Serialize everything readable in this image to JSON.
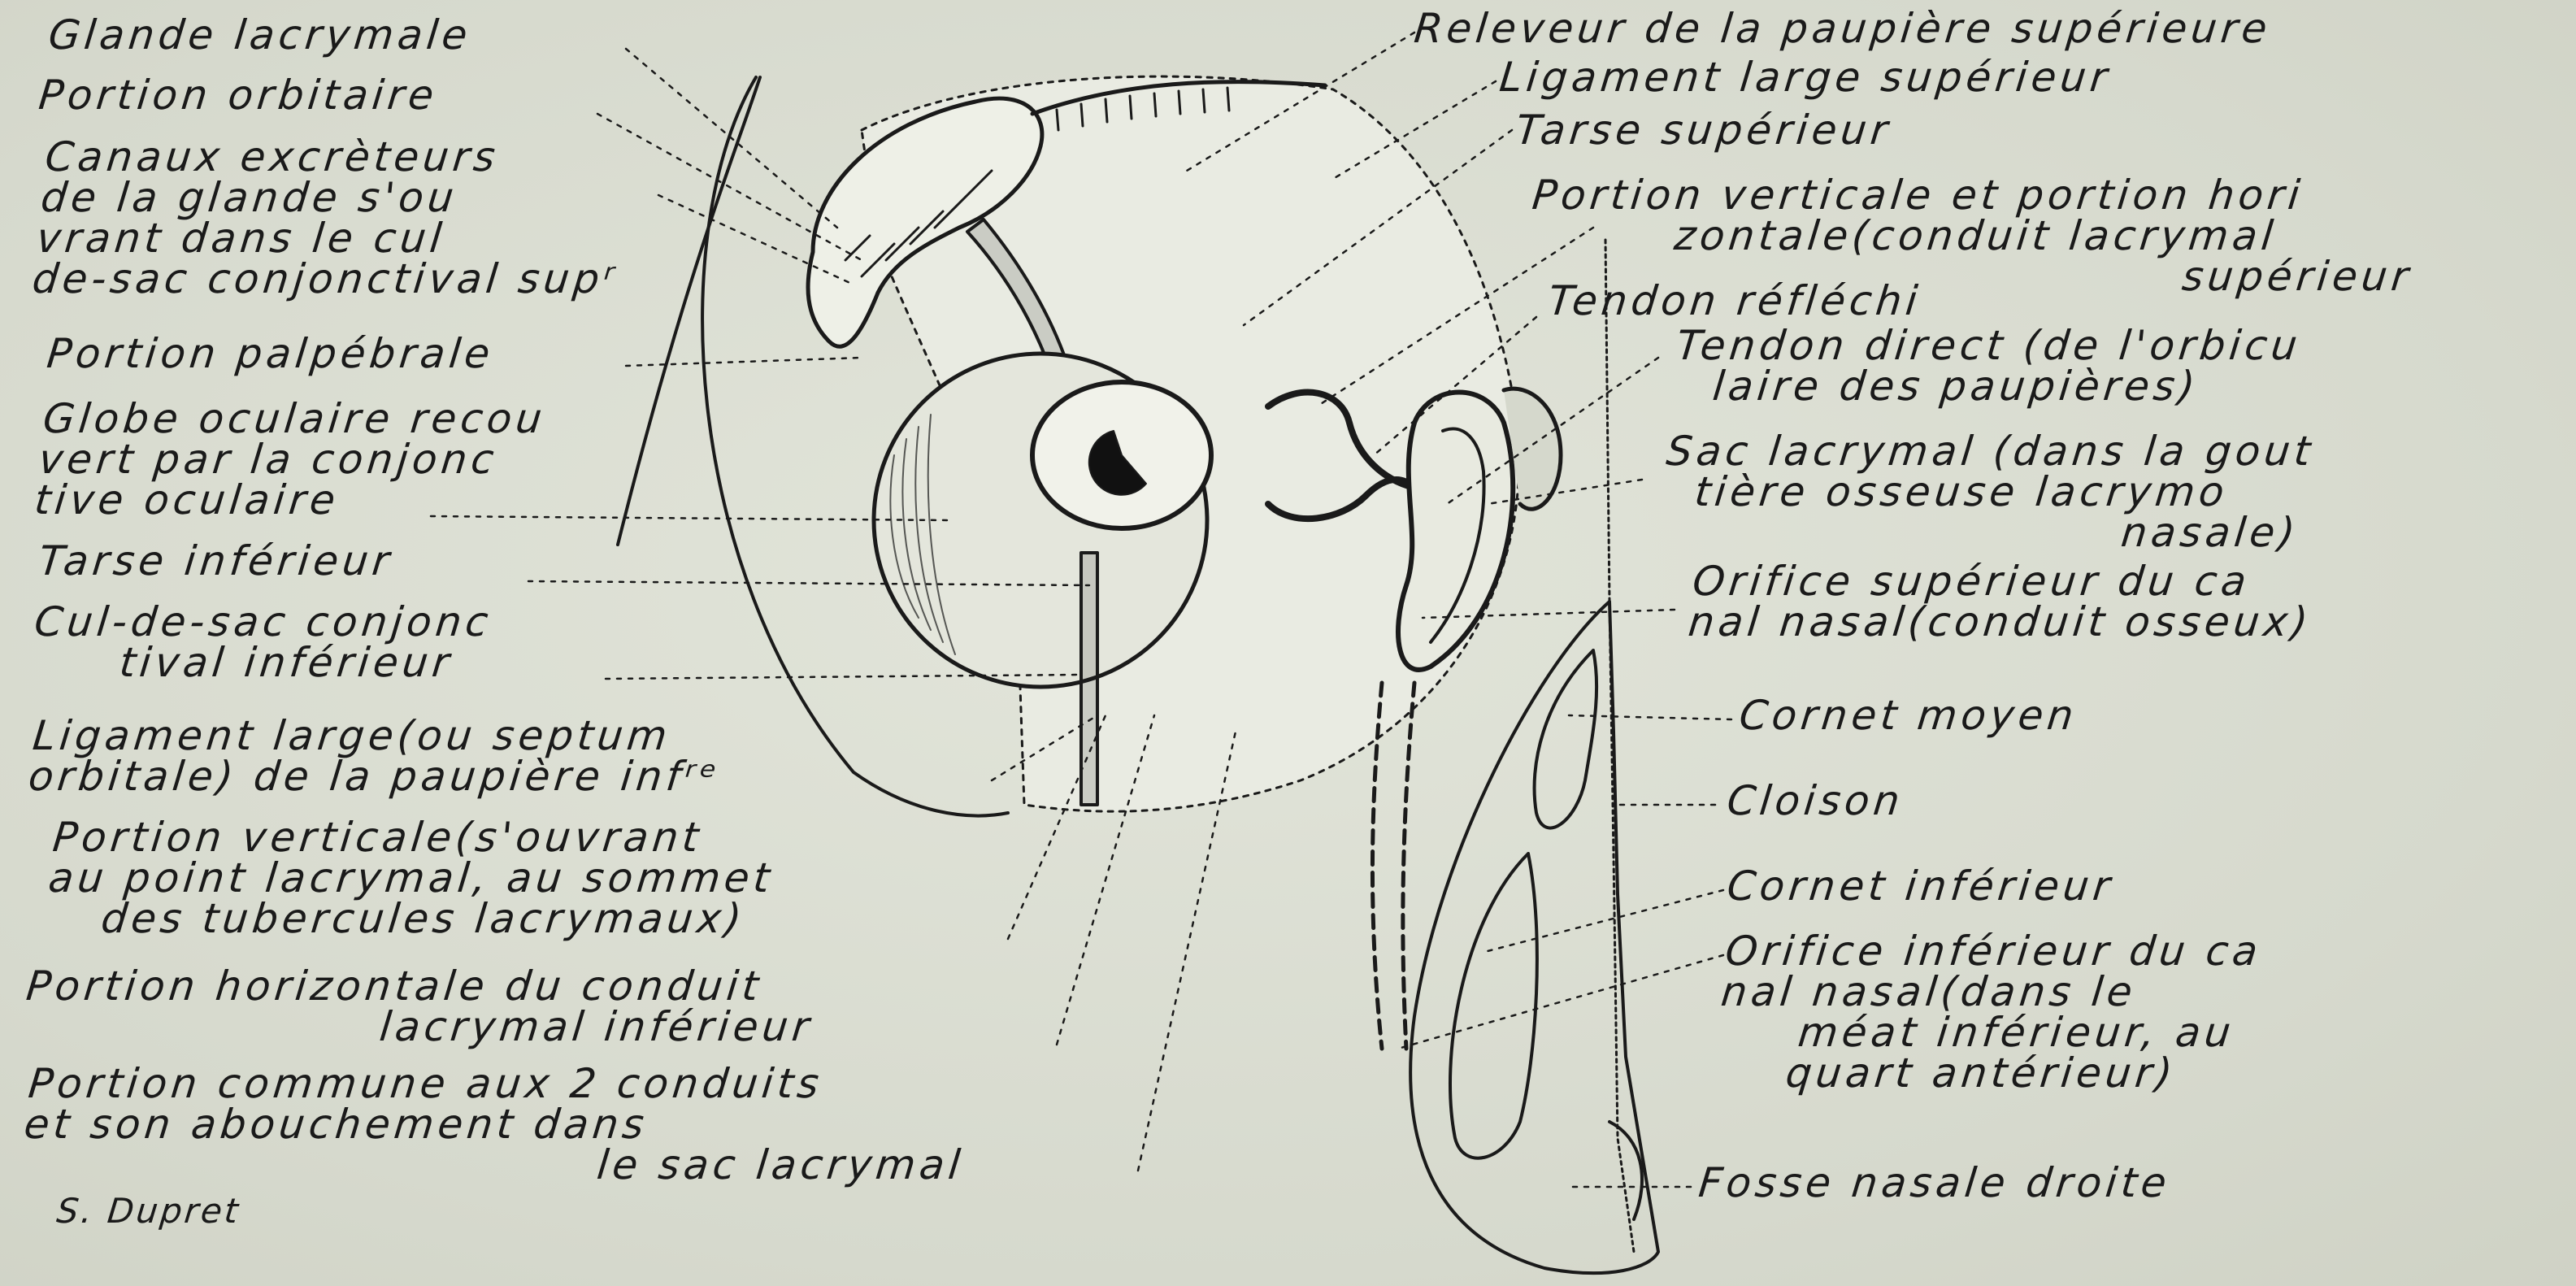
{
  "labels_left": [
    {
      "id": "glande-lacrymale",
      "lines": [
        "Glande lacrymale"
      ]
    },
    {
      "id": "portion-orbitaire",
      "lines": [
        "Portion orbitaire"
      ]
    },
    {
      "id": "canaux-excreteurs",
      "lines": [
        "Canaux excrèteurs",
        "de la glande s'ou",
        "vrant dans le cul",
        "de-sac conjonctival supʳ"
      ]
    },
    {
      "id": "portion-palpebrale",
      "lines": [
        "Portion palpébrale"
      ]
    },
    {
      "id": "globe-oculaire",
      "lines": [
        "Globe oculaire recou",
        "vert par la conjonc",
        "tive oculaire"
      ]
    },
    {
      "id": "tarse-inferieur",
      "lines": [
        "Tarse inférieur"
      ]
    },
    {
      "id": "cul-de-sac",
      "lines": [
        "Cul-de-sac conjonc",
        "tival inférieur"
      ]
    },
    {
      "id": "ligament-large",
      "lines": [
        "Ligament large(ou septum",
        "orbitale) de la paupière infʳᵉ"
      ]
    },
    {
      "id": "portion-verticale-inf",
      "lines": [
        "Portion verticale(s'ouvrant",
        "au point lacrymal, au sommet",
        "des tubercules lacrymaux)"
      ]
    },
    {
      "id": "portion-horizontale-inf",
      "lines": [
        "Portion horizontale du conduit",
        "lacrymal inférieur"
      ]
    },
    {
      "id": "portion-commune",
      "lines": [
        "Portion commune aux 2 conduits",
        "et son abouchement dans",
        "le sac lacrymal"
      ]
    }
  ],
  "labels_right": [
    {
      "id": "releveur",
      "lines": [
        "Releveur de la paupière supérieure"
      ]
    },
    {
      "id": "ligament-large-sup",
      "lines": [
        "Ligament large supérieur"
      ]
    },
    {
      "id": "tarse-superieur",
      "lines": [
        "Tarse supérieur"
      ]
    },
    {
      "id": "portion-verticale-horizontale",
      "lines": [
        "Portion verticale et portion hori",
        "zontale(conduit lacrymal",
        "supérieur"
      ]
    },
    {
      "id": "tendon-reflechi",
      "lines": [
        "Tendon réfléchi"
      ]
    },
    {
      "id": "tendon-direct",
      "lines": [
        "Tendon direct (de l'orbicu",
        "laire des paupières)"
      ]
    },
    {
      "id": "sac-lacrymal",
      "lines": [
        "Sac lacrymal (dans la gout",
        "tière osseuse lacrymo",
        "nasale)"
      ]
    },
    {
      "id": "orifice-superieur",
      "lines": [
        "Orifice supérieur du ca",
        "nal nasal(conduit osseux)"
      ]
    },
    {
      "id": "cornet-moyen",
      "lines": [
        "Cornet moyen"
      ]
    },
    {
      "id": "cloison",
      "lines": [
        "Cloison"
      ]
    },
    {
      "id": "cornet-inferieur",
      "lines": [
        "Cornet inférieur"
      ]
    },
    {
      "id": "orifice-inferieur",
      "lines": [
        "Orifice inférieur du ca",
        "nal nasal(dans le",
        "méat inférieur, au",
        "quart antérieur)"
      ]
    },
    {
      "id": "fosse-nasale",
      "lines": [
        "Fosse nasale droite"
      ]
    }
  ],
  "signature": "S. Dupret",
  "colors": {
    "ink": "#1a1a1a",
    "paper": "#d9dcd0"
  }
}
